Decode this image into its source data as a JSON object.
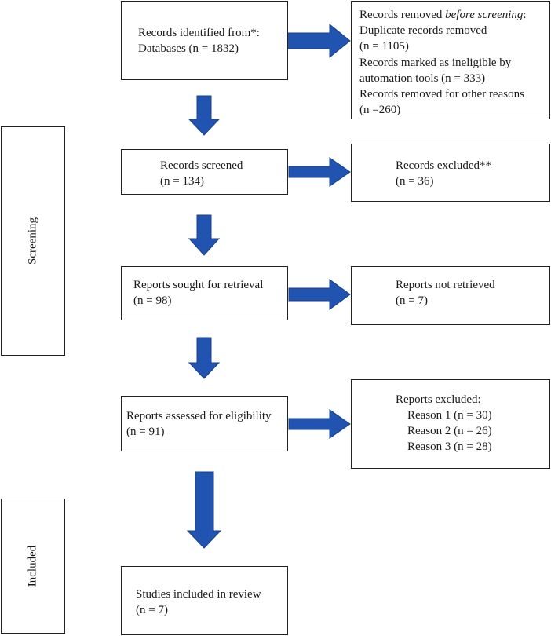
{
  "phases": {
    "screening": "Screening",
    "included": "Included"
  },
  "identification": {
    "line1": "Records identified from*:",
    "line2": "Databases (n = 1832)"
  },
  "removed": {
    "prefix": "Records removed ",
    "emphasis": "before screening",
    "suffix": ":",
    "lines": [
      "Duplicate records removed",
      "(n = 1105)",
      "Records marked as ineligible by",
      "automation tools (n = 333)",
      "Records removed for other reasons",
      "(n =260)"
    ]
  },
  "screened": {
    "line1": "Records screened",
    "line2": "(n = 134)"
  },
  "excluded": {
    "line1": "Records excluded**",
    "line2": "(n = 36)"
  },
  "sought": {
    "line1": "Reports sought for retrieval",
    "line2": "(n = 98)"
  },
  "not_retrieved": {
    "line1": "Reports not retrieved",
    "line2": "(n = 7)"
  },
  "assessed": {
    "line1": "Reports assessed for eligibility",
    "line2": "(n = 91)"
  },
  "reports_excluded": {
    "title": "Reports excluded:",
    "reasons": [
      "Reason 1 (n = 30)",
      "Reason 2 (n = 26)",
      "Reason 3 (n = 28)"
    ]
  },
  "included_studies": {
    "line1": "Studies included in review",
    "line2": "(n = 7)"
  },
  "colors": {
    "arrow": "#2153b1",
    "border": "#222222"
  }
}
